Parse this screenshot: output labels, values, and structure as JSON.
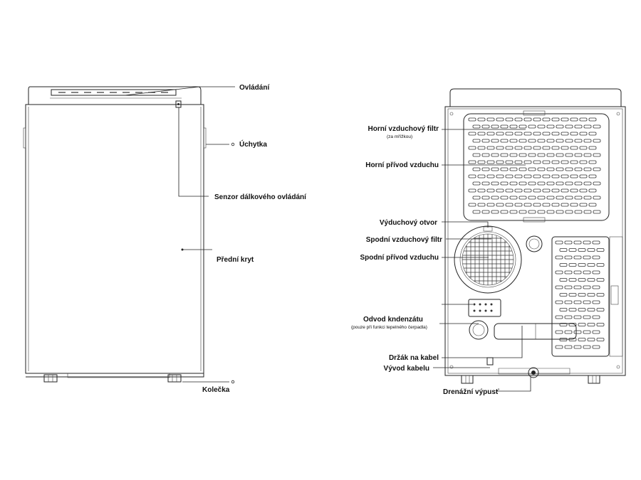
{
  "front_view": {
    "labels": {
      "controls": "Ovládání",
      "handle": "Úchytka",
      "remote_sensor": "Senzor dálkového ovládání",
      "front_cover": "Přední kryt",
      "wheels": "Kolečka"
    }
  },
  "back_view": {
    "labels": {
      "upper_filter": "Horní vzduchový filtr",
      "upper_filter_note": "(za mřížkou)",
      "upper_intake": "Horní přívod vzduchu",
      "exhaust": "Výduchový otvor",
      "lower_filter": "Spodní vzduchový filtr",
      "lower_intake": "Spodní přívod vzduchu",
      "condensate": "Odvod kndenzátu",
      "condensate_note": "(pouze při funkci tepelného čerpadla)",
      "cable_holder": "Držák na kabel",
      "cable_outlet": "Vývod kabelu",
      "drain": "Drenážní výpusť"
    }
  }
}
